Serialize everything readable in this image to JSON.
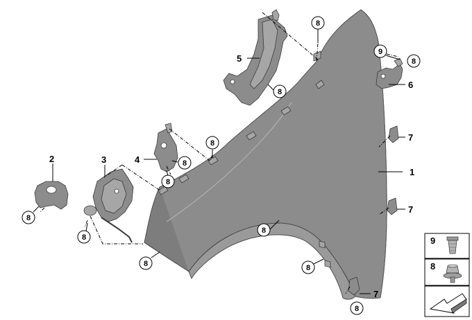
{
  "callouts": [
    {
      "id": "p1",
      "label": "1"
    },
    {
      "id": "p2",
      "label": "2"
    },
    {
      "id": "p3",
      "label": "3"
    },
    {
      "id": "p4",
      "label": "4"
    },
    {
      "id": "p5",
      "label": "5"
    },
    {
      "id": "p6",
      "label": "6"
    },
    {
      "id": "p7a",
      "label": "7"
    },
    {
      "id": "p7b",
      "label": "7"
    },
    {
      "id": "p7c",
      "label": "7"
    }
  ],
  "circle_callouts": [
    {
      "id": "c8_top",
      "label": "8"
    },
    {
      "id": "c9_top",
      "label": "9"
    },
    {
      "id": "c8_right",
      "label": "8"
    },
    {
      "id": "c8_5",
      "label": "8"
    },
    {
      "id": "c8_mid",
      "label": "8"
    },
    {
      "id": "c8_4",
      "label": "8"
    },
    {
      "id": "c8_2",
      "label": "8"
    },
    {
      "id": "c8_3",
      "label": "8"
    },
    {
      "id": "c8_arch",
      "label": "8"
    },
    {
      "id": "c8_bottom",
      "label": "8"
    },
    {
      "id": "c8_lowright",
      "label": "8"
    },
    {
      "id": "c8_7c",
      "label": "8"
    }
  ],
  "legend": [
    {
      "label": "9",
      "icon": "nut-icon"
    },
    {
      "label": "8",
      "icon": "screw-icon"
    },
    {
      "label": "",
      "icon": "arrow-icon"
    }
  ]
}
